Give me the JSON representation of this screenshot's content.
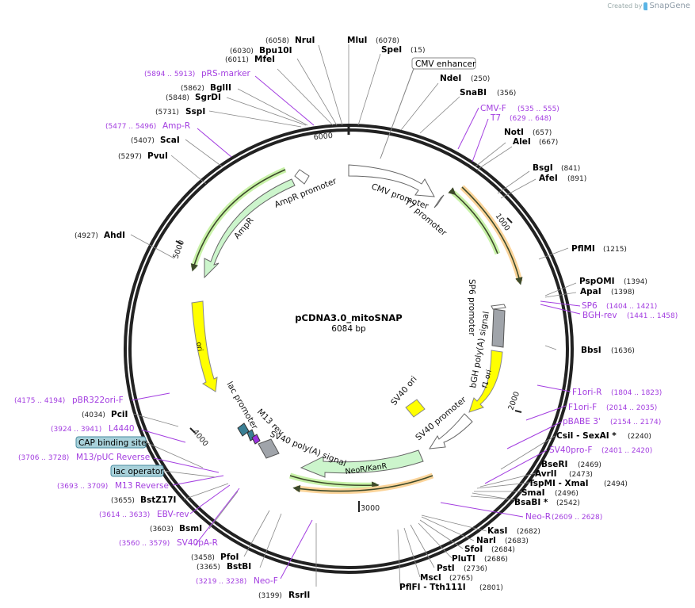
{
  "credit": {
    "prefix": "Created by",
    "brand": "SnapGene"
  },
  "plasmid": {
    "name": "pCDNA3.0_mitoSNAP",
    "length": "6084 bp"
  },
  "ticks": [
    "1000",
    "2000",
    "3000",
    "4000",
    "5000",
    "6000"
  ],
  "enzymes": [
    {
      "name": "NruI",
      "pos": "(6058)"
    },
    {
      "name": "Bpu10I",
      "pos": "(6030)"
    },
    {
      "name": "MfeI",
      "pos": "(6011)"
    },
    {
      "name": "MluI",
      "pos": "(6078)"
    },
    {
      "name": "SpeI",
      "pos": "(15)"
    },
    {
      "name": "NdeI",
      "pos": "(250)"
    },
    {
      "name": "SnaBI",
      "pos": "(356)"
    },
    {
      "name": "NotI",
      "pos": "(657)"
    },
    {
      "name": "AleI",
      "pos": "(667)"
    },
    {
      "name": "BsgI",
      "pos": "(841)"
    },
    {
      "name": "AfeI",
      "pos": "(891)"
    },
    {
      "name": "PflMI",
      "pos": "(1215)"
    },
    {
      "name": "PspOMI",
      "pos": "(1394)"
    },
    {
      "name": "ApaI",
      "pos": "(1398)"
    },
    {
      "name": "BbsI",
      "pos": "(1636)"
    },
    {
      "name": "CsiI  - SexAI *",
      "pos": "(2240)"
    },
    {
      "name": "BseRI",
      "pos": "(2469)"
    },
    {
      "name": "AvrII",
      "pos": "(2473)"
    },
    {
      "name": "TspMI  - XmaI",
      "pos": "(2494)"
    },
    {
      "name": "SmaI",
      "pos": "(2496)"
    },
    {
      "name": "BsaBI *",
      "pos": "(2542)"
    },
    {
      "name": "KasI",
      "pos": "(2682)"
    },
    {
      "name": "NarI",
      "pos": "(2683)"
    },
    {
      "name": "SfoI",
      "pos": "(2684)"
    },
    {
      "name": "PluTI",
      "pos": "(2686)"
    },
    {
      "name": "PstI",
      "pos": "(2736)"
    },
    {
      "name": "MscI",
      "pos": "(2765)"
    },
    {
      "name": "PflFI  - Tth111I",
      "pos": "(2801)"
    },
    {
      "name": "RsrII",
      "pos": "(3199)"
    },
    {
      "name": "BstBI",
      "pos": "(3365)"
    },
    {
      "name": "PfoI",
      "pos": "(3458)"
    },
    {
      "name": "BsmI",
      "pos": "(3603)"
    },
    {
      "name": "BstZ17I",
      "pos": "(3655)"
    },
    {
      "name": "PciI",
      "pos": "(4034)"
    },
    {
      "name": "AhdI",
      "pos": "(4927)"
    },
    {
      "name": "PvuI",
      "pos": "(5297)"
    },
    {
      "name": "ScaI",
      "pos": "(5407)"
    },
    {
      "name": "SspI",
      "pos": "(5731)"
    },
    {
      "name": "SgrDI",
      "pos": "(5848)"
    },
    {
      "name": "BglII",
      "pos": "(5862)"
    }
  ],
  "primers": [
    {
      "name": "pRS-marker",
      "pos": "(5894 .. 5913)"
    },
    {
      "name": "Amp-R",
      "pos": "(5477 .. 5496)"
    },
    {
      "name": "CMV-F",
      "pos": "(535 .. 555)"
    },
    {
      "name": "T7",
      "pos": "(629 .. 648)"
    },
    {
      "name": "SP6",
      "pos": "(1404 .. 1421)"
    },
    {
      "name": "BGH-rev",
      "pos": "(1441 .. 1458)"
    },
    {
      "name": "F1ori-R",
      "pos": "(1804 .. 1823)"
    },
    {
      "name": "F1ori-F",
      "pos": "(2014 .. 2035)"
    },
    {
      "name": "pBABE 3'",
      "pos": "(2154 .. 2174)"
    },
    {
      "name": "SV40pro-F",
      "pos": "(2401 .. 2420)"
    },
    {
      "name": "Neo-R",
      "pos": "(2609 .. 2628)"
    },
    {
      "name": "Neo-F",
      "pos": "(3219 .. 3238)"
    },
    {
      "name": "SV40pA-R",
      "pos": "(3560 .. 3579)"
    },
    {
      "name": "EBV-rev",
      "pos": "(3614 .. 3633)"
    },
    {
      "name": "M13 Reverse",
      "pos": "(3693 .. 3709)"
    },
    {
      "name": "M13/pUC Reverse",
      "pos": "(3706 .. 3728)"
    },
    {
      "name": "L4440",
      "pos": "(3924 .. 3941)"
    },
    {
      "name": "pBR322ori-F",
      "pos": "(4175 .. 4194)"
    }
  ],
  "boxed_features": [
    {
      "name": "CMV enhancer"
    },
    {
      "name": "CAP binding site"
    },
    {
      "name": "lac operator"
    }
  ],
  "features": [
    {
      "name": "CMV promoter"
    },
    {
      "name": "T7 promoter"
    },
    {
      "name": "AmpR promoter"
    },
    {
      "name": "AmpR"
    },
    {
      "name": "ori"
    },
    {
      "name": "SP6 promoter"
    },
    {
      "name": "bGH poly(A) signal"
    },
    {
      "name": "f1 ori"
    },
    {
      "name": "SV40 ori"
    },
    {
      "name": "SV40 promoter"
    },
    {
      "name": "NeoR/KanR"
    },
    {
      "name": "SV40 poly(A) signal"
    },
    {
      "name": "M13 rev"
    },
    {
      "name": "lac promoter"
    }
  ],
  "colors": {
    "primer": "#a33ee0",
    "backbone": "#222222",
    "orf_green": "#c8f2c0",
    "orf_orange": "#f8c98a",
    "ori_yellow": "#ffff00",
    "polyA_gray": "#a0a4aa",
    "lac_teal": "#3a7f94",
    "boxed_bg": "#a8d1da"
  }
}
